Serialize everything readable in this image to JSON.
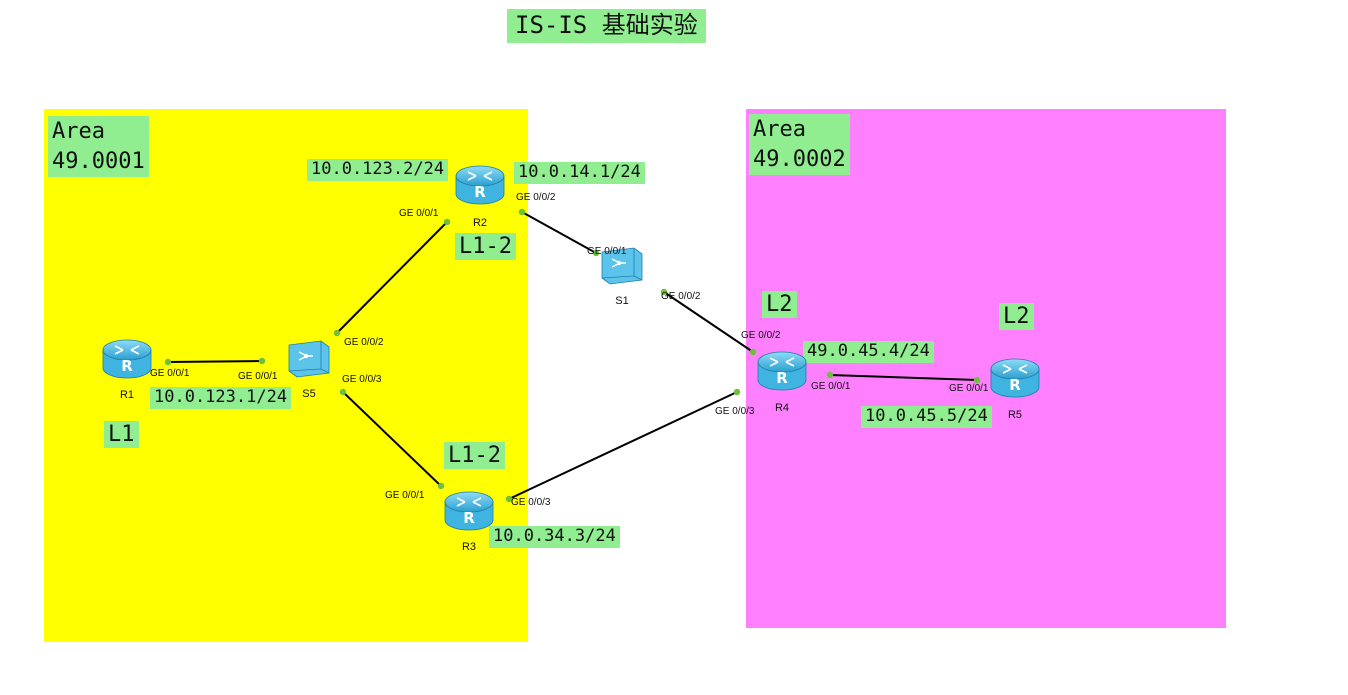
{
  "title": "IS-IS 基础实验",
  "areas": {
    "a1": {
      "label_line1": "Area",
      "label_line2": "49.0001",
      "color": "#ffff00"
    },
    "a2": {
      "label_line1": "Area",
      "label_line2": "49.0002",
      "color": "#ff80ff"
    }
  },
  "levels": {
    "r1": "L1",
    "r2": "L1-2",
    "r3": "L1-2",
    "r4": "L2",
    "r5": "L2"
  },
  "ips": {
    "r1": "10.0.123.1/24",
    "r2_g1": "10.0.123.2/24",
    "r2_g2": "10.0.14.1/24",
    "r3": "10.0.34.3/24",
    "r4": "49.0.45.4/24",
    "r5": "10.0.45.5/24"
  },
  "devices": {
    "r1": {
      "name": "R1",
      "type": "router"
    },
    "r2": {
      "name": "R2",
      "type": "router"
    },
    "r3": {
      "name": "R3",
      "type": "router"
    },
    "r4": {
      "name": "R4",
      "type": "router"
    },
    "r5": {
      "name": "R5",
      "type": "router"
    },
    "s1": {
      "name": "S1",
      "type": "switch"
    },
    "s5": {
      "name": "S5",
      "type": "switch"
    }
  },
  "ports": {
    "r1_g1": "GE 0/0/1",
    "s5_g1": "GE 0/0/1",
    "s5_g2": "GE 0/0/2",
    "s5_g3": "GE 0/0/3",
    "r2_g1": "GE 0/0/1",
    "r2_g2": "GE 0/0/2",
    "s1_g1": "GE 0/0/1",
    "s1_g2": "GE 0/0/2",
    "r3_g1": "GE 0/0/1",
    "r3_g3": "GE 0/0/3",
    "r4_g2": "GE 0/0/2",
    "r4_g3": "GE 0/0/3",
    "r4_g1": "GE 0/0/1",
    "r5_g1": "GE 0/0/1"
  },
  "links": [
    {
      "from": "r1",
      "to": "s5"
    },
    {
      "from": "s5",
      "to": "r2"
    },
    {
      "from": "s5",
      "to": "r3"
    },
    {
      "from": "r2",
      "to": "s1"
    },
    {
      "from": "s1",
      "to": "r4"
    },
    {
      "from": "r3",
      "to": "r4"
    },
    {
      "from": "r4",
      "to": "r5"
    }
  ],
  "colors": {
    "label_bg": "#90ee90",
    "router_body": "#3fb4e0",
    "switch_body": "#5cc3ea",
    "port_dot": "#6dbf3c",
    "link": "#000000"
  }
}
